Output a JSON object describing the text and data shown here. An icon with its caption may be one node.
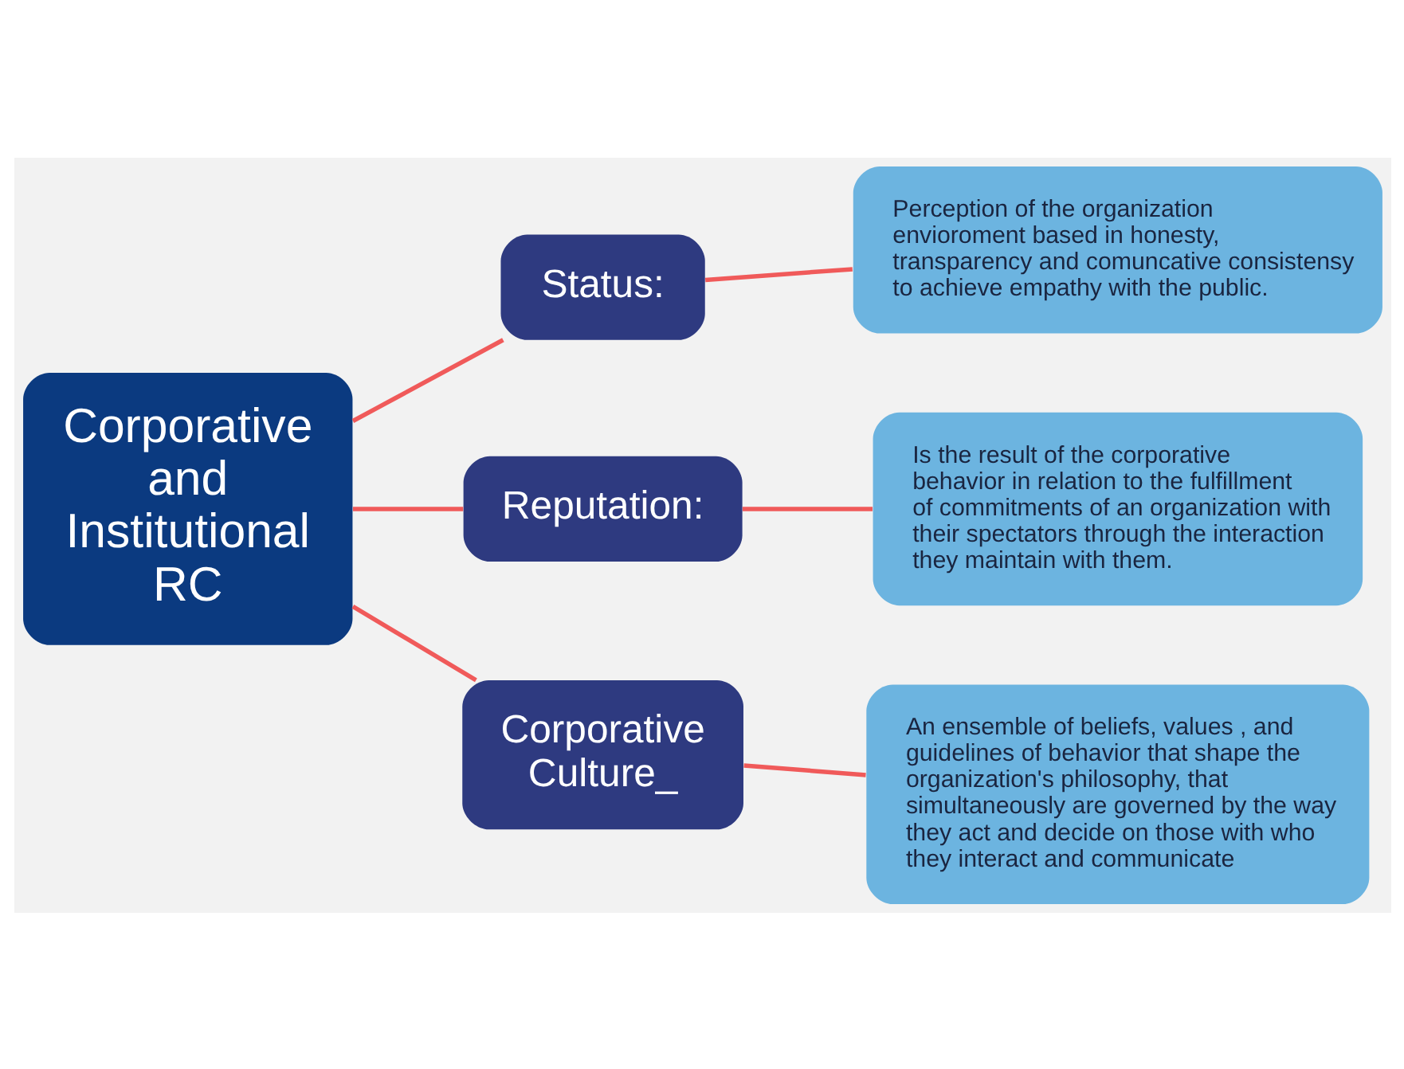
{
  "diagram": {
    "nodes": [
      {
        "text": [
          "Corporative and Institutional RC"
        ]
      },
      {
        "text": [
          "Status:"
        ]
      },
      {
        "text": [
          "Reputation:"
        ]
      },
      {
        "text": [
          "Corporative Culture_"
        ]
      },
      {
        "text": [
          "Perception of the organization envioroment based in honesty, transparency and comuncative consistensy to achieve empathy with the public."
        ]
      },
      {
        "text": [
          "Is the result of the corporative behavior in relation to the fulfillment of commitments of an organization with their spectators through the interaction they maintain with them."
        ]
      },
      {
        "text": [
          "An ensemble of beliefs, values , and guidelines of behavior that shape the organization's philosophy, that simultaneously are governed by the way they act and decide on those with who they interact and communicate"
        ]
      }
    ],
    "edges": [
      {
        "from": 0,
        "to": 1,
        "arrow": "none",
        "color": "#f05a5a"
      },
      {
        "from": 0,
        "to": 2,
        "arrow": "none",
        "color": "#f05a5a"
      },
      {
        "from": 0,
        "to": 3,
        "arrow": "none",
        "color": "#f05a5a"
      },
      {
        "from": 1,
        "to": 4,
        "arrow": "none",
        "color": "#f05a5a"
      },
      {
        "from": 2,
        "to": 5,
        "arrow": "none",
        "color": "#f05a5a"
      },
      {
        "from": 3,
        "to": 6,
        "arrow": "none",
        "color": "#f05a5a"
      }
    ]
  }
}
